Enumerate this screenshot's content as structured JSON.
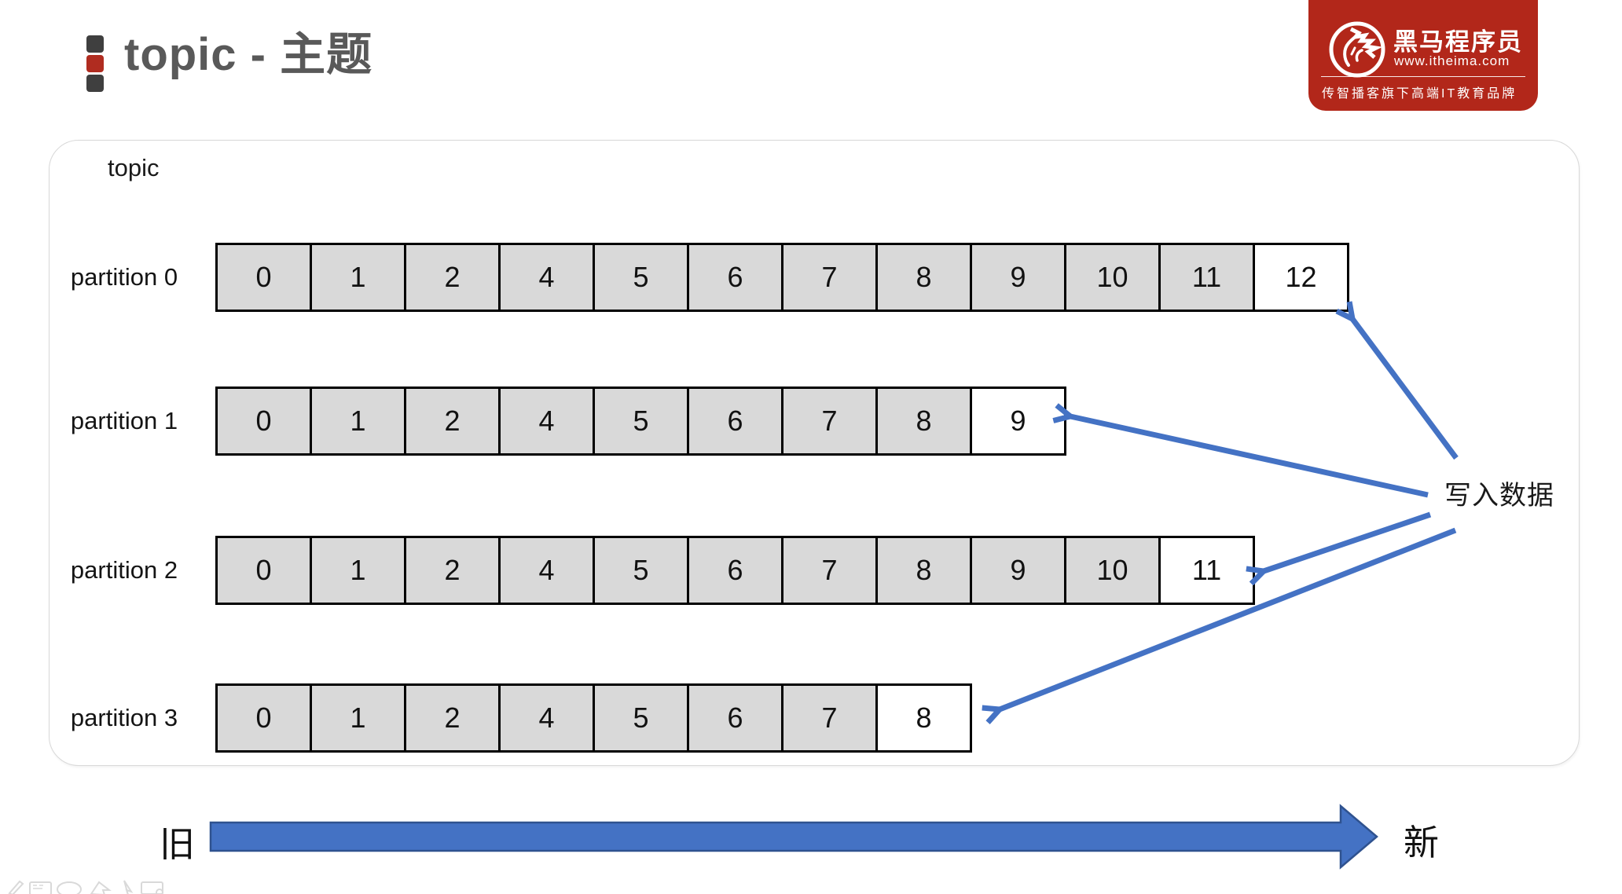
{
  "header": {
    "title": "topic - 主题"
  },
  "logo": {
    "name": "黑马程序员",
    "url": "www.itheima.com",
    "tagline": "传智播客旗下高端IT教育品牌",
    "bg_color": "#b2271a",
    "horse_icon": "horse-head-in-circle"
  },
  "diagram": {
    "container_label": "topic",
    "write_label": "写入数据",
    "cell_fill": "#d9d9d9",
    "new_cell_fill": "#ffffff",
    "arrow_color": "#4472c4",
    "partitions": [
      {
        "label": "partition 0",
        "cells": [
          "0",
          "1",
          "2",
          "4",
          "5",
          "6",
          "7",
          "8",
          "9",
          "10",
          "11",
          "12"
        ]
      },
      {
        "label": "partition 1",
        "cells": [
          "0",
          "1",
          "2",
          "4",
          "5",
          "6",
          "7",
          "8",
          "9"
        ]
      },
      {
        "label": "partition 2",
        "cells": [
          "0",
          "1",
          "2",
          "4",
          "5",
          "6",
          "7",
          "8",
          "9",
          "10",
          "11"
        ]
      },
      {
        "label": "partition 3",
        "cells": [
          "0",
          "1",
          "2",
          "4",
          "5",
          "6",
          "7",
          "8"
        ]
      }
    ]
  },
  "timeline": {
    "old_label": "旧",
    "new_label": "新",
    "bar_color": "#4472c4",
    "bar_border": "#2f528f"
  }
}
